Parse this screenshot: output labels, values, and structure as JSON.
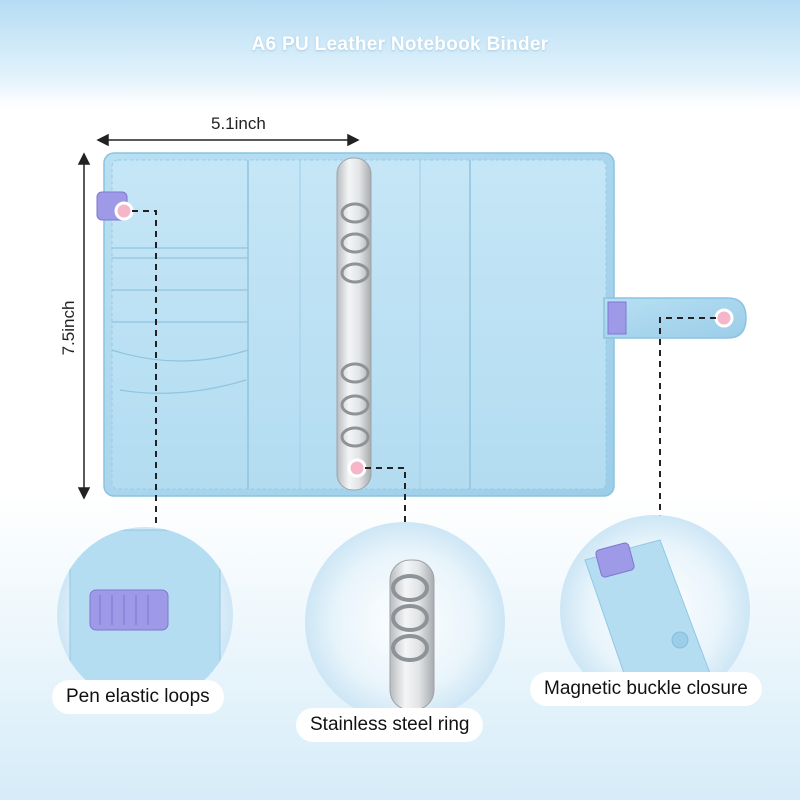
{
  "title": "A6 PU Leather Notebook Binder",
  "dimensions": {
    "width": "5.1inch",
    "height": "7.5inch"
  },
  "callouts": {
    "pen_loops": "Pen elastic loops",
    "steel_ring": "Stainless steel ring",
    "magnetic_buckle": "Magnetic buckle closure"
  },
  "colors": {
    "binder_blue": "#aed8ee",
    "elastic_purple": "#9f9ae8",
    "marker_pink": "#f4b6c8",
    "ring_silver": "#d7dadc"
  }
}
